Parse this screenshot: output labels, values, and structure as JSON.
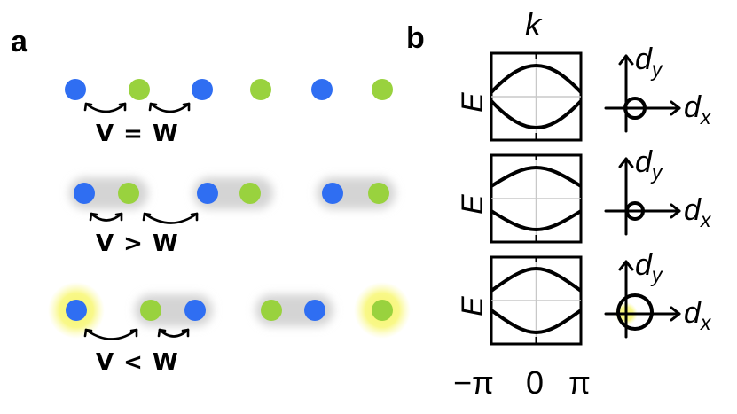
{
  "panels": {
    "a": "a",
    "b": "b"
  },
  "hopping": {
    "row1": "V = W",
    "row2": "V > W",
    "row3": "V < W"
  },
  "axes": {
    "k": "k",
    "E": "E",
    "dx": "d",
    "dx_sub": "x",
    "dy": "d",
    "dy_sub": "y"
  },
  "ticks": {
    "left": "−π",
    "mid": "0",
    "right": "π"
  },
  "colors": {
    "siteA": "#2f6ef2",
    "siteB": "#99d23e",
    "dimer": "#d6d6d6",
    "edge": "#fbfa8a"
  }
}
